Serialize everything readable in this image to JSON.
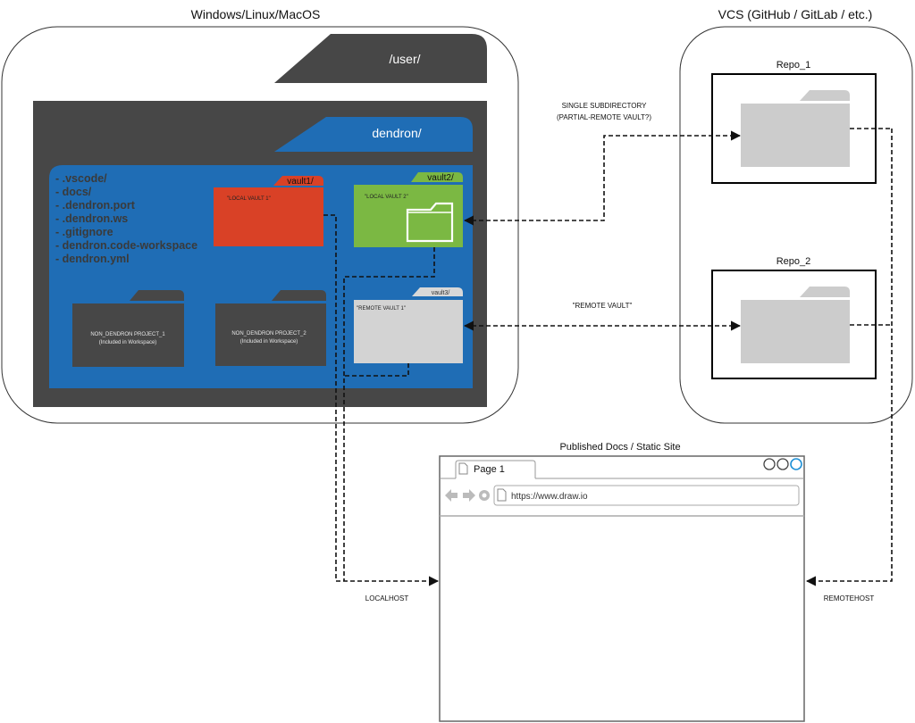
{
  "os": {
    "title": "Windows/Linux/MacOS",
    "user_folder": "/user/",
    "dendron_folder": "dendron/"
  },
  "workspace_files": [
    "- .vscode/",
    "- docs/",
    "- .dendron.port",
    "- .dendron.ws",
    "- .gitignore",
    "- dendron.code-workspace",
    "- dendron.yml"
  ],
  "vaults": {
    "vault1": {
      "tab": "vault1/",
      "label": "\"LOCAL VAULT 1\""
    },
    "vault2": {
      "tab": "vault2/",
      "label": "\"LOCAL VAULT 2\""
    },
    "vault3": {
      "tab": "vault3/",
      "label": "\"REMOTE VAULT 1\""
    }
  },
  "projects": [
    {
      "title": "NON_DENDRON PROJECT_1",
      "sub": "(Included in Workspace)"
    },
    {
      "title": "NON_DENDRON PROJECT_2",
      "sub": "(Included in Workspace)"
    }
  ],
  "vcs": {
    "title": "VCS (GitHub / GitLab / etc.)",
    "repo1": "Repo_1",
    "repo2": "Repo_2"
  },
  "edge_labels": {
    "single_sub_1": "SINGLE SUBDIRECTORY",
    "single_sub_2": "(PARTIAL-REMOTE VAULT?)",
    "remote_vault": "\"REMOTE VAULT\"",
    "localhost": "LOCALHOST",
    "remotehost": "REMOTEHOST"
  },
  "site": {
    "title": "Published Docs / Static Site",
    "tab": "Page 1",
    "url": "https://www.draw.io"
  },
  "colors": {
    "blue": "#1f6db5",
    "dark": "#474747",
    "red": "#d94126",
    "green": "#7bb843",
    "gray": "#cccccc"
  }
}
